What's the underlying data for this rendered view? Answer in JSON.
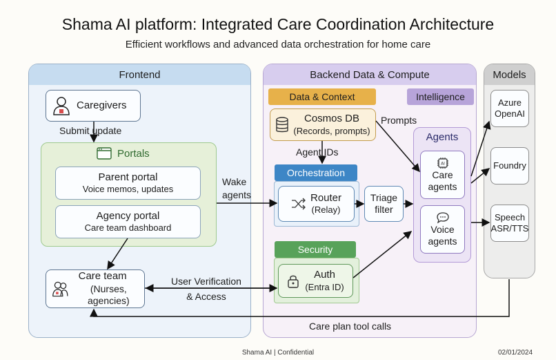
{
  "title": "Shama AI platform: Integrated Care Coordination Architecture",
  "subtitle": "Efficient workflows and advanced data orchestration for home care",
  "frontend": {
    "header": "Frontend",
    "caregivers": "Caregivers",
    "submit_update": "Submit update",
    "portals": {
      "title": "Portals",
      "parent": {
        "title": "Parent portal",
        "desc": "Voice memos, updates"
      },
      "agency": {
        "title": "Agency portal",
        "desc": "Care team dashboard"
      }
    },
    "care_team": {
      "title": "Care team",
      "desc": "(Nurses, agencies)"
    }
  },
  "backend": {
    "header": "Backend Data & Compute",
    "data_context": "Data & Context",
    "intelligence": "Intelligence",
    "cosmos": {
      "title": "Cosmos DB",
      "desc": "(Records, prompts)"
    },
    "prompts_label": "Prompts",
    "agent_ids_label": "Agent IDs",
    "orchestration": "Orchestration",
    "router": {
      "title": "Router",
      "desc": "(Relay)"
    },
    "triage": {
      "line1": "Triage",
      "line2": "filter"
    },
    "security": "Security",
    "auth": {
      "title": "Auth",
      "desc": "(Entra ID)"
    },
    "agents": {
      "title": "Agents",
      "care": {
        "line1": "Care",
        "line2": "agents"
      },
      "voice": {
        "line1": "Voice",
        "line2": "agents"
      }
    }
  },
  "models": {
    "header": "Models",
    "azure": {
      "line1": "Azure",
      "line2": "OpenAI"
    },
    "foundry": "Foundry",
    "speech": {
      "line1": "Speech",
      "line2": "ASR/TTS"
    }
  },
  "edges": {
    "wake": {
      "line1": "Wake",
      "line2": "agents"
    },
    "user_verification": {
      "line1": "User Verification",
      "line2": "& Access"
    },
    "care_plan": "Care plan tool calls"
  },
  "footer": {
    "center": "Shama AI | Confidential",
    "date": "02/01/2024"
  },
  "colors": {
    "frontend": "#c6dcf0",
    "backend": "#d7cdee",
    "models": "#cfcfcf",
    "data_tag": "#e7b14a",
    "intelligence_tag": "#b7a4d9",
    "orchestration_tag": "#3d86c6",
    "security_tag": "#58a25a",
    "portals_green": "#9fc98f",
    "agents_purple": "#b39ad6"
  },
  "icons": [
    "caregiver-icon",
    "portal-window-icon",
    "database-icon",
    "shuffle-icon",
    "lock-icon",
    "ai-chip-icon",
    "chat-bubble-icon",
    "care-team-icon"
  ]
}
